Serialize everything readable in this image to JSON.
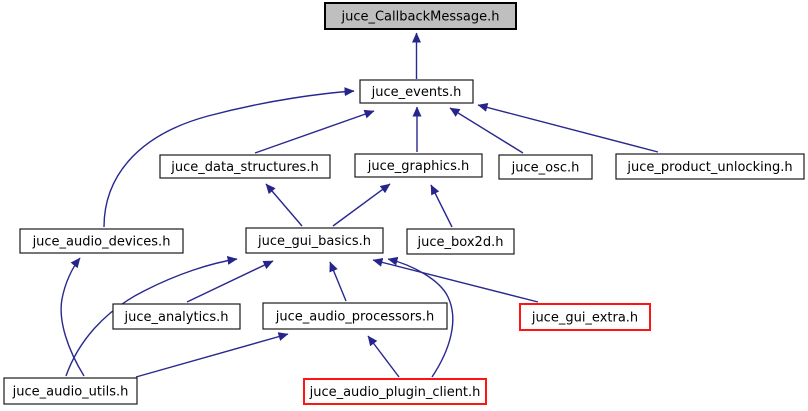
{
  "diagram": {
    "kind": "include-dependency-graph",
    "root_file": "juce_CallbackMessage.h",
    "arrow_meaning": "included-by (arrow points from including module to its dependency)"
  },
  "colors": {
    "background": "#ffffff",
    "edge": "#28288f",
    "arrowhead": "#26258b",
    "node_fill": "#ffffff",
    "node_border": "#1a1a1a",
    "root_node_fill": "#bfbfbf",
    "root_node_border": "#000000",
    "truncated_node_border": "#ff1414",
    "text": "#000000"
  },
  "nodes": [
    {
      "id": "callback",
      "label": "juce_CallbackMessage.h",
      "kind": "root"
    },
    {
      "id": "events",
      "label": "juce_events.h",
      "kind": "normal"
    },
    {
      "id": "data_structures",
      "label": "juce_data_structures.h",
      "kind": "normal"
    },
    {
      "id": "graphics",
      "label": "juce_graphics.h",
      "kind": "normal"
    },
    {
      "id": "osc",
      "label": "juce_osc.h",
      "kind": "normal"
    },
    {
      "id": "product_unlocking",
      "label": "juce_product_unlocking.h",
      "kind": "normal"
    },
    {
      "id": "audio_devices",
      "label": "juce_audio_devices.h",
      "kind": "normal"
    },
    {
      "id": "gui_basics",
      "label": "juce_gui_basics.h",
      "kind": "normal"
    },
    {
      "id": "box2d",
      "label": "juce_box2d.h",
      "kind": "normal"
    },
    {
      "id": "analytics",
      "label": "juce_analytics.h",
      "kind": "normal"
    },
    {
      "id": "audio_processors",
      "label": "juce_audio_processors.h",
      "kind": "normal"
    },
    {
      "id": "gui_extra",
      "label": "juce_gui_extra.h",
      "kind": "truncated"
    },
    {
      "id": "audio_utils",
      "label": "juce_audio_utils.h",
      "kind": "normal"
    },
    {
      "id": "plugin_client",
      "label": "juce_audio_plugin_client.h",
      "kind": "truncated"
    }
  ],
  "edges": [
    {
      "from": "juce_events.h",
      "to": "juce_CallbackMessage.h"
    },
    {
      "from": "juce_data_structures.h",
      "to": "juce_events.h"
    },
    {
      "from": "juce_graphics.h",
      "to": "juce_events.h"
    },
    {
      "from": "juce_osc.h",
      "to": "juce_events.h"
    },
    {
      "from": "juce_product_unlocking.h",
      "to": "juce_events.h"
    },
    {
      "from": "juce_audio_devices.h",
      "to": "juce_events.h"
    },
    {
      "from": "juce_gui_basics.h",
      "to": "juce_data_structures.h"
    },
    {
      "from": "juce_gui_basics.h",
      "to": "juce_graphics.h"
    },
    {
      "from": "juce_box2d.h",
      "to": "juce_graphics.h"
    },
    {
      "from": "juce_analytics.h",
      "to": "juce_gui_basics.h"
    },
    {
      "from": "juce_audio_processors.h",
      "to": "juce_gui_basics.h"
    },
    {
      "from": "juce_gui_extra.h",
      "to": "juce_gui_basics.h"
    },
    {
      "from": "juce_audio_utils.h",
      "to": "juce_gui_basics.h"
    },
    {
      "from": "juce_audio_plugin_client.h",
      "to": "juce_gui_basics.h"
    },
    {
      "from": "juce_audio_utils.h",
      "to": "juce_audio_devices.h"
    },
    {
      "from": "juce_audio_utils.h",
      "to": "juce_audio_processors.h"
    },
    {
      "from": "juce_audio_plugin_client.h",
      "to": "juce_audio_processors.h"
    }
  ]
}
